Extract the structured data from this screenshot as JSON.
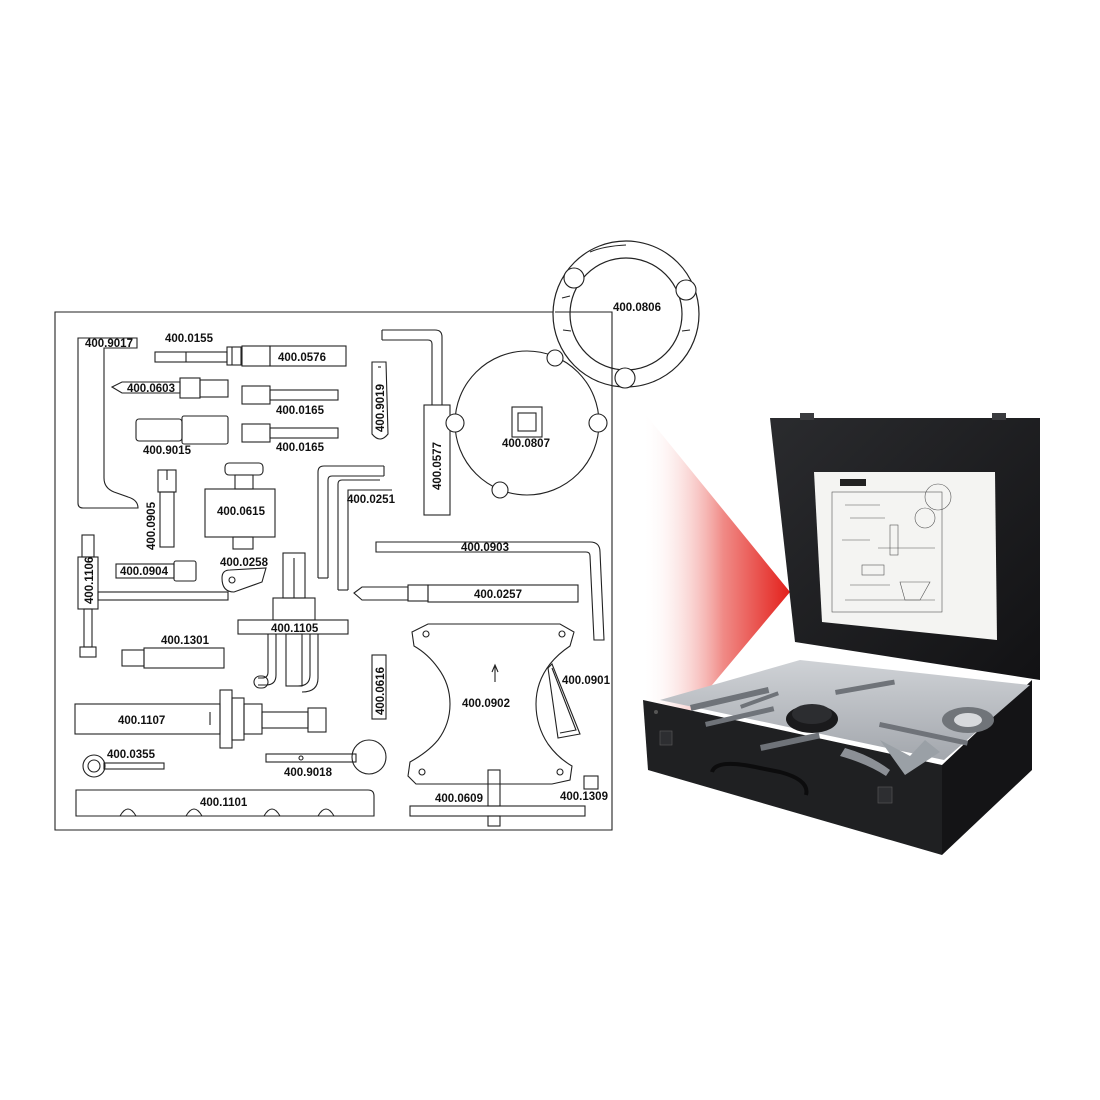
{
  "colors": {
    "outline": "#222222",
    "accent_arrow": "#e3201b",
    "case": "#1c1c1e",
    "foam": "#b9bcc0",
    "background": "#ffffff"
  },
  "diagram": {
    "labels": {
      "p9017": "400.9017",
      "p0155": "400.0155",
      "p0576": "400.0576",
      "p0603": "400.0603",
      "p0165a": "400.0165",
      "p0165b": "400.0165",
      "p9015": "400.9015",
      "p9019": "400.9019",
      "p0577": "400.0577",
      "p0806": "400.0806",
      "p0807": "400.0807",
      "p0905": "400.0905",
      "p0615": "400.0615",
      "p0251": "400.0251",
      "p1106": "400.1106",
      "p0904": "400.0904",
      "p0258": "400.0258",
      "p0903": "400.0903",
      "p0257": "400.0257",
      "p1105": "400.1105",
      "p1301": "400.1301",
      "p0616": "400.0616",
      "p0902": "400.0902",
      "p0901": "400.0901",
      "p1107": "400.1107",
      "p0355": "400.0355",
      "p9018": "400.9018",
      "p1101": "400.1101",
      "p0609": "400.0609",
      "p1309": "400.1309"
    }
  },
  "photo": {
    "icons": [
      "red-arrow-icon",
      "tool-case-icon"
    ]
  }
}
